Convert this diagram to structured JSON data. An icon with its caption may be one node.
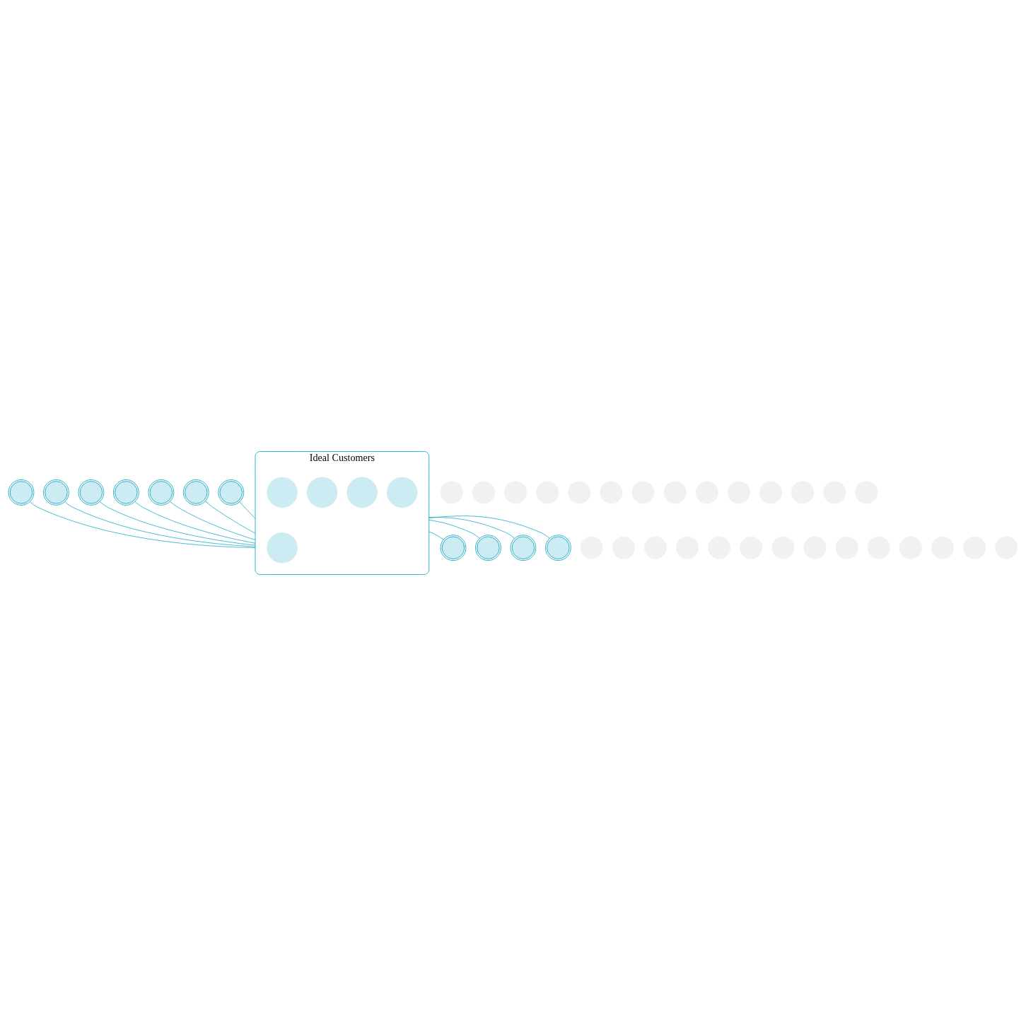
{
  "diagram": {
    "nodes": [
      {
        "text": [
          "Ideal Customers"
        ]
      },
      {
        "text": [],
        "shape": "person",
        "in": 0
      },
      {
        "text": [],
        "shape": "person",
        "in": 0
      },
      {
        "text": [],
        "shape": "person",
        "in": 0
      },
      {
        "text": [],
        "shape": "person",
        "in": 0
      },
      {
        "text": [],
        "shape": "person",
        "in": 0
      },
      {
        "text": [],
        "shape": "person"
      },
      {
        "text": [],
        "shape": "person"
      },
      {
        "text": [],
        "shape": "person"
      },
      {
        "text": [],
        "shape": "person"
      },
      {
        "text": [],
        "shape": "person"
      },
      {
        "text": [],
        "shape": "person"
      },
      {
        "text": [],
        "shape": "person"
      },
      {
        "text": [],
        "shape": "person"
      },
      {
        "text": [],
        "shape": "person"
      },
      {
        "text": [],
        "shape": "person"
      },
      {
        "text": [],
        "shape": "person"
      },
      {
        "text": [],
        "shape": "person"
      },
      {
        "text": [],
        "shape": "person"
      },
      {
        "text": [],
        "shape": "person"
      },
      {
        "text": [],
        "shape": "person"
      },
      {
        "text": [],
        "shape": "person"
      },
      {
        "text": [],
        "shape": "person"
      },
      {
        "text": [],
        "shape": "person"
      },
      {
        "text": [],
        "shape": "person"
      },
      {
        "text": [],
        "shape": "person"
      },
      {
        "text": [],
        "shape": "person"
      },
      {
        "text": [],
        "shape": "person"
      },
      {
        "text": [],
        "shape": "person"
      },
      {
        "text": [],
        "shape": "person"
      },
      {
        "text": [],
        "shape": "person"
      },
      {
        "text": [],
        "shape": "person"
      },
      {
        "text": [],
        "shape": "person"
      },
      {
        "text": [],
        "shape": "person"
      },
      {
        "text": [],
        "shape": "person"
      },
      {
        "text": [],
        "shape": "person"
      },
      {
        "text": [],
        "shape": "person"
      },
      {
        "text": [],
        "shape": "person"
      },
      {
        "text": [],
        "shape": "person"
      },
      {
        "text": [],
        "shape": "person"
      },
      {
        "text": [],
        "shape": "person"
      },
      {
        "text": [],
        "shape": "person"
      },
      {
        "text": [],
        "shape": "person"
      },
      {
        "text": [],
        "shape": "person"
      },
      {
        "text": [],
        "shape": "person"
      }
    ],
    "edges": [
      {
        "from": 0,
        "to": 6,
        "arrow": "none"
      },
      {
        "from": 0,
        "to": 8,
        "arrow": "none"
      },
      {
        "from": 0,
        "to": 15,
        "arrow": "none"
      },
      {
        "from": 0,
        "to": 17,
        "arrow": "none"
      },
      {
        "from": 0,
        "to": 21,
        "arrow": "none"
      },
      {
        "from": 0,
        "to": 23,
        "arrow": "none"
      },
      {
        "from": 0,
        "to": 24,
        "arrow": "none"
      },
      {
        "from": 0,
        "to": 30,
        "arrow": "none"
      },
      {
        "from": 0,
        "to": 39,
        "arrow": "none"
      },
      {
        "from": 0,
        "to": 40,
        "arrow": "none"
      },
      {
        "from": 0,
        "to": 43,
        "arrow": "none"
      }
    ]
  }
}
